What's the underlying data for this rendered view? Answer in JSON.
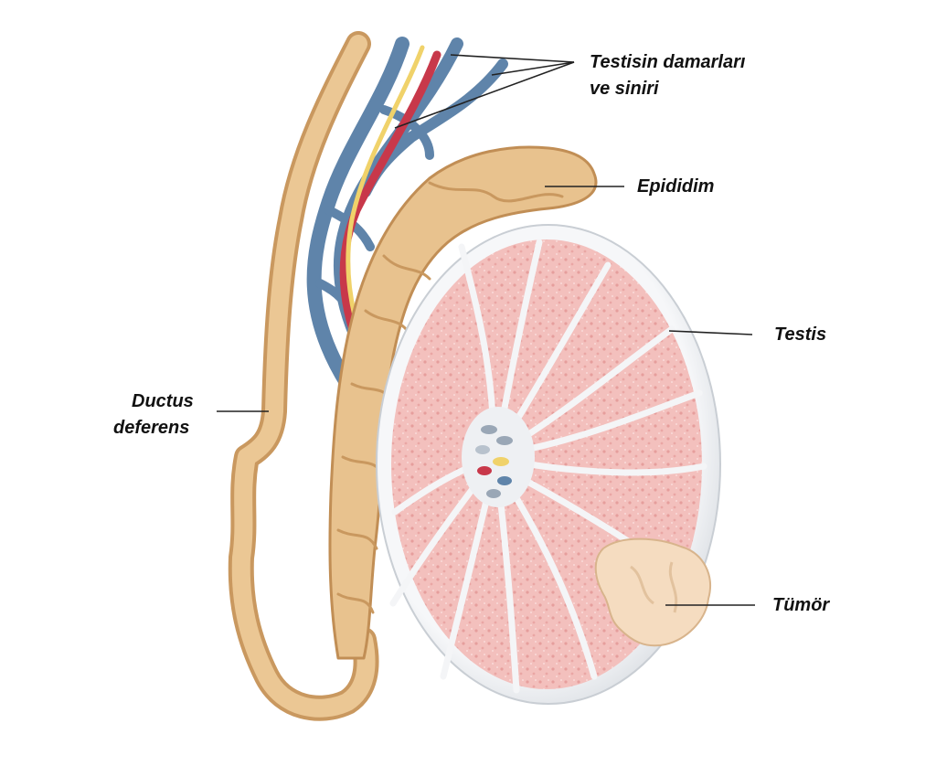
{
  "labels": {
    "vessels_line1": "Testisin damarları",
    "vessels_line2": "ve siniri",
    "epididymis": "Epididim",
    "testis": "Testis",
    "ductus_line1": "Ductus",
    "ductus_line2": "deferens",
    "tumor": "Tümör"
  },
  "colors": {
    "duct_tan": "#e6c08e",
    "duct_dark": "#c9985f",
    "vein_blue": "#5f84aa",
    "artery_red": "#c8384a",
    "nerve_yellow": "#f0d26a",
    "testis_pink": "#f1b9b6",
    "tunica_white": "#eef0f3",
    "tumor_cream": "#f5dcc0",
    "leader_line": "#222222"
  }
}
